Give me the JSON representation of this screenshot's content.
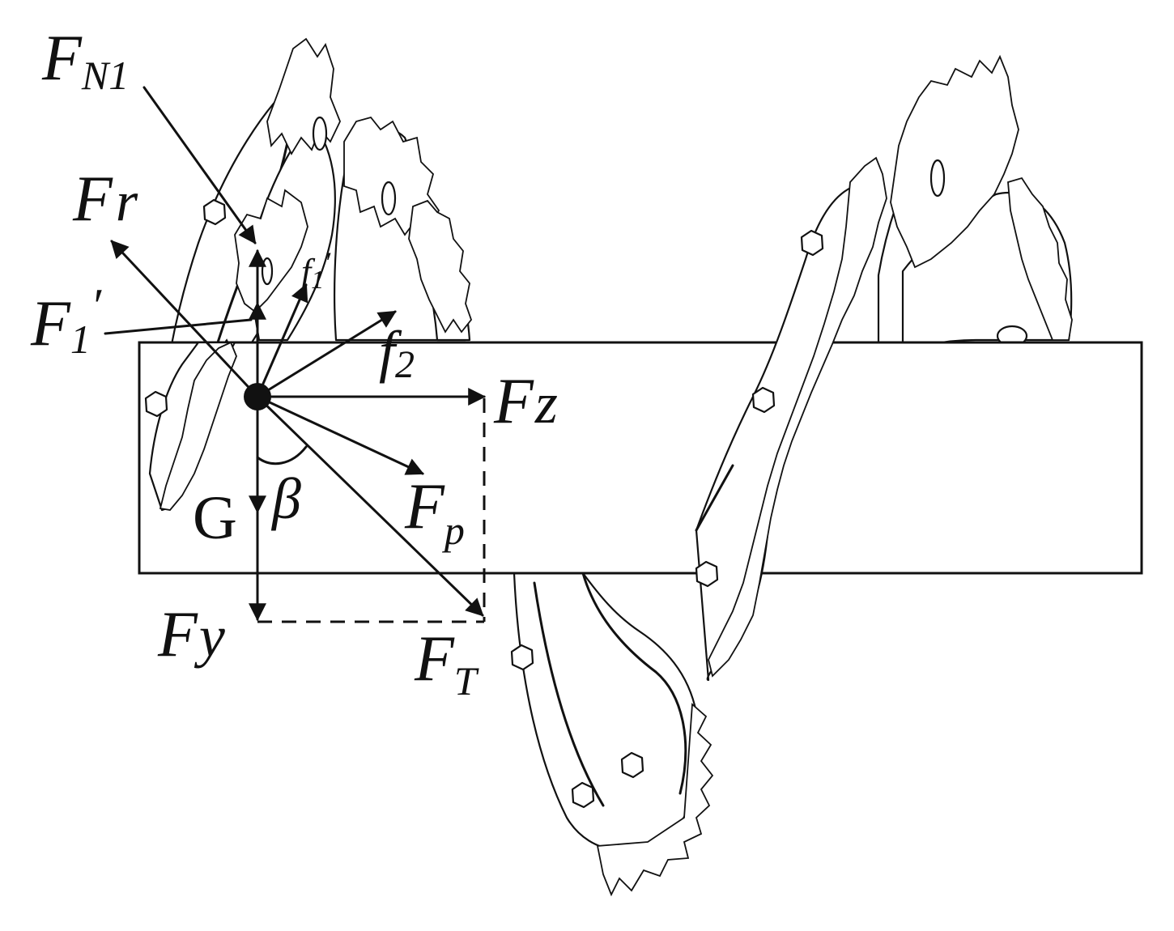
{
  "labels": {
    "fn1_main": "F",
    "fn1_sub": "N1",
    "fr_main": "F",
    "fr_sub": "r",
    "f1p_main": "F",
    "f1p_sub": "1",
    "f1p_prime": "′",
    "f1s_main": "f",
    "f1s_sub": "1",
    "f1s_prime": "′",
    "f2_main": "f",
    "f2_sub": "2",
    "fz_main": "F",
    "fz_sub": "z",
    "fp_main": "F",
    "fp_sub": "p",
    "fy_main": "F",
    "fy_sub": "y",
    "ft_main": "F",
    "ft_sub": "T",
    "gravity": "G",
    "angle": "β"
  },
  "colors": {
    "stroke": "#111111",
    "background": "#ffffff"
  }
}
